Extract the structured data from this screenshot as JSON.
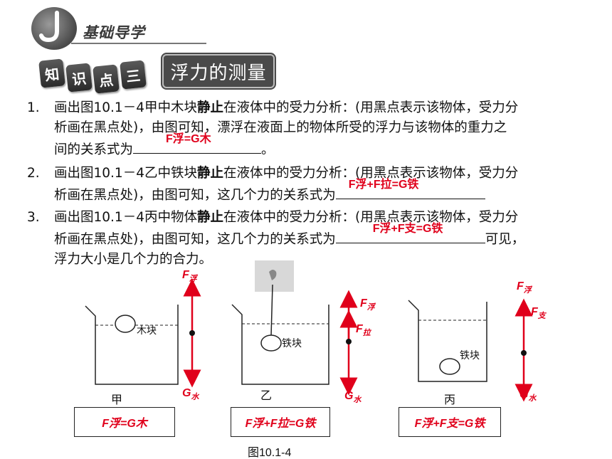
{
  "header": {
    "title": "基础导学",
    "tiles": [
      "知",
      "识",
      "点",
      "三"
    ],
    "topic": "浮力的测量"
  },
  "questions": [
    {
      "num": "1.",
      "line1": "画出图10.1－4甲中木块",
      "bold": "静止",
      "line1b": "在液体中的受力分析：(用黑点表示该物体，受力分",
      "line2": "析画在黑点处)，由图可知，漂浮在液面上的物体所受的浮力与该物体的重力之",
      "line3a": "间的关系式为",
      "line3b": "。",
      "answer": "F浮=G木"
    },
    {
      "num": "2.",
      "line1": "画出图10.1－4乙中铁块",
      "bold": "静止",
      "line1b": "在液体中的受力分析：(用黑点表示该物体，受力分",
      "line2a": "析画在黑点处)，由图可知，这几个力的关系式为",
      "answer": "F浮+F拉=G铁"
    },
    {
      "num": "3.",
      "line1": "画出图10.1－4丙中物体",
      "bold": "静止",
      "line1b": "在液体中的受力分析：(用黑点表示该物体，受力分",
      "line2a": "析画在黑点处)，由图可知，这几个力的关系式为",
      "line2b": "可见，",
      "line3": "浮力大小是几个力的合力。",
      "answer": "F浮+F支=G铁"
    }
  ],
  "diagram": {
    "beakers": [
      {
        "object_label": "木块",
        "caption": "甲",
        "equation": "F浮=G木"
      },
      {
        "object_label": "铁块",
        "caption": "乙",
        "equation": "F浮+F拉=G铁"
      },
      {
        "object_label": "铁块",
        "caption": "丙",
        "equation": "F浮+F支=G铁"
      }
    ],
    "forces": {
      "F": "F",
      "fu": "浮",
      "la": "拉",
      "zhi": "支",
      "G": "G",
      "shui": "水"
    },
    "figure_caption": "图10.1-4"
  },
  "colors": {
    "answer_red": "#e0001b",
    "text": "#111111"
  }
}
